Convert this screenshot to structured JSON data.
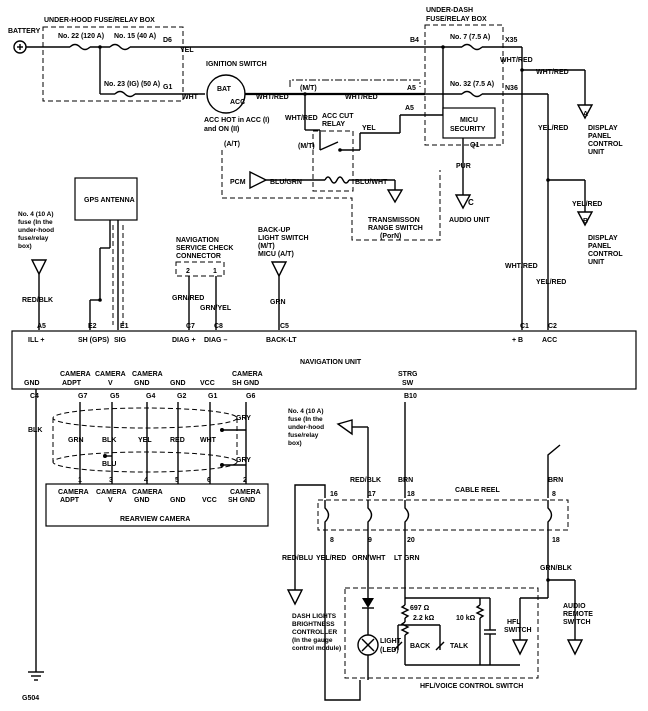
{
  "fuse_box_underhood": {
    "title": "UNDER-HOOD FUSE/RELAY BOX",
    "fuses": [
      "No. 22 (120 A)",
      "No. 15 (40 A)",
      "No. 23 (IG) (50 A)"
    ],
    "pins": [
      "D6",
      "G1"
    ]
  },
  "battery_label": "BATTERY",
  "fuse_box_underdash": {
    "title_line1": "UNDER-DASH",
    "title_line2": "FUSE/RELAY BOX",
    "fuses": [
      "No. 7 (7.5 A)",
      "No. 32 (7.5 A)"
    ],
    "pins": [
      "B4",
      "X35",
      "A5",
      "A5",
      "N36"
    ],
    "micu_line1": "MICU",
    "micu_line2": "SECURITY",
    "micu_pin": "Q1"
  },
  "ignition": {
    "title": "IGNITION SWITCH",
    "bat": "BAT",
    "acc": "ACC",
    "note_line1": "ACC HOT in ACC (I)",
    "note_line2": "and ON (II)"
  },
  "acc_cut_relay": {
    "line1": "ACC CUT",
    "line2": "RELAY"
  },
  "transmission_labels": [
    "(M/T)",
    "(A/T)"
  ],
  "pcm_label": "PCM",
  "range_switch": {
    "line1": "TRANSMISSON",
    "line2": "RANGE SWITCH",
    "line3": "(PorN)"
  },
  "audio_unit": "AUDIO UNIT",
  "display_a": {
    "letter": "A",
    "lines": [
      "DISPLAY",
      "PANEL",
      "CONTROL",
      "UNIT"
    ]
  },
  "display_b": {
    "letter": "B",
    "lines": [
      "DISPLAY",
      "PANEL",
      "CONTROL",
      "UNIT"
    ]
  },
  "gps_antenna": "GPS ANTENNA",
  "fuse4_left": {
    "lines": [
      "No. 4 (10 A)",
      "fuse (In the",
      "under-hood",
      "fuse/relay",
      "box)"
    ]
  },
  "fuse4_right": {
    "lines": [
      "No. 4 (10 A)",
      "fuse (In the",
      "under-hood",
      "fuse/relay",
      "box)"
    ]
  },
  "nav_check_connector": {
    "lines": [
      "NAVIGATION",
      "SERVICE CHECK",
      "CONNECTOR"
    ],
    "pins": [
      "2",
      "1"
    ]
  },
  "backup_switch": {
    "lines": [
      "BACK-UP",
      "LIGHT SWITCH",
      "(M/T)",
      "MICU (A/T)"
    ]
  },
  "wire_colors": {
    "yel": "YEL",
    "wht": "WHT",
    "wht_red": "WHT/RED",
    "yel_red": "YEL/RED",
    "blu_grn": "BLU/GRN",
    "blu_wht": "BLU/WHT",
    "pur": "PUR",
    "red_blk": "RED/BLK",
    "grn_red": "GRN/RED",
    "grn_yel": "GRN/YEL",
    "grn": "GRN",
    "blk": "BLK",
    "blu": "BLU",
    "red": "RED",
    "gry": "GRY",
    "brn": "BRN",
    "red_blu": "RED/BLU",
    "orn_wht": "ORN/WHT",
    "lt_grn": "LT GRN",
    "grn_blk": "GRN/BLK"
  },
  "nav_unit": {
    "title": "NAVIGATION UNIT",
    "top_pins": [
      {
        "pin": "A5",
        "label": "ILL +"
      },
      {
        "pin": "E2",
        "label": "SH (GPS)"
      },
      {
        "pin": "E1",
        "label": "SIG"
      },
      {
        "pin": "C7",
        "label": "DIAG +"
      },
      {
        "pin": "C8",
        "label": "DIAG –"
      },
      {
        "pin": "C5",
        "label": "BACK-LT"
      },
      {
        "pin": "C1",
        "label": "+ B"
      },
      {
        "pin": "C2",
        "label": "ACC"
      }
    ],
    "bottom_pins": [
      {
        "pin": "C4",
        "label": "GND"
      },
      {
        "pin": "G7",
        "label1": "CAMERA",
        "label2": "ADPT"
      },
      {
        "pin": "G5",
        "label1": "CAMERA",
        "label2": "V"
      },
      {
        "pin": "G4",
        "label1": "CAMERA",
        "label2": "GND"
      },
      {
        "pin": "G2",
        "label1": "",
        "label2": "GND"
      },
      {
        "pin": "G1",
        "label1": "",
        "label2": "VCC"
      },
      {
        "pin": "G6",
        "label1": "CAMERA",
        "label2": "SH GND"
      },
      {
        "pin": "B10",
        "label1": "STRG",
        "label2": "SW"
      }
    ]
  },
  "rear_camera": {
    "title": "REARVIEW CAMERA",
    "pins": [
      {
        "pin": "1",
        "label1": "CAMERA",
        "label2": "ADPT"
      },
      {
        "pin": "3",
        "label1": "CAMERA",
        "label2": "V"
      },
      {
        "pin": "4",
        "label1": "CAMERA",
        "label2": "GND"
      },
      {
        "pin": "5",
        "label1": "",
        "label2": "GND"
      },
      {
        "pin": "6",
        "label1": "",
        "label2": "VCC"
      },
      {
        "pin": "2",
        "label1": "CAMERA",
        "label2": "SH GND"
      }
    ]
  },
  "cable_reel": {
    "title": "CABLE REEL",
    "top_pins": [
      "16",
      "17",
      "18",
      "8"
    ],
    "bottom_pins": [
      "8",
      "9",
      "20",
      "18"
    ]
  },
  "dash_lights": {
    "lines": [
      "DASH LIGHTS",
      "BRIGHTNESS",
      "CONTROLLER",
      "(In the gauge",
      "control module)"
    ]
  },
  "audio_remote": {
    "lines": [
      "AUDIO",
      "REMOTE",
      "SWITCH"
    ]
  },
  "hfl_switch_box": {
    "title": "HFL/VOICE CONTROL SWITCH",
    "r1": "697 Ω",
    "r2": "2.2 kΩ",
    "r3": "10 kΩ",
    "back": "BACK",
    "talk": "TALK",
    "hfl_line1": "HFL",
    "hfl_line2": "SWITCH",
    "light_line1": "LIGHT",
    "light_line2": "(LED)"
  },
  "ground": "G504"
}
